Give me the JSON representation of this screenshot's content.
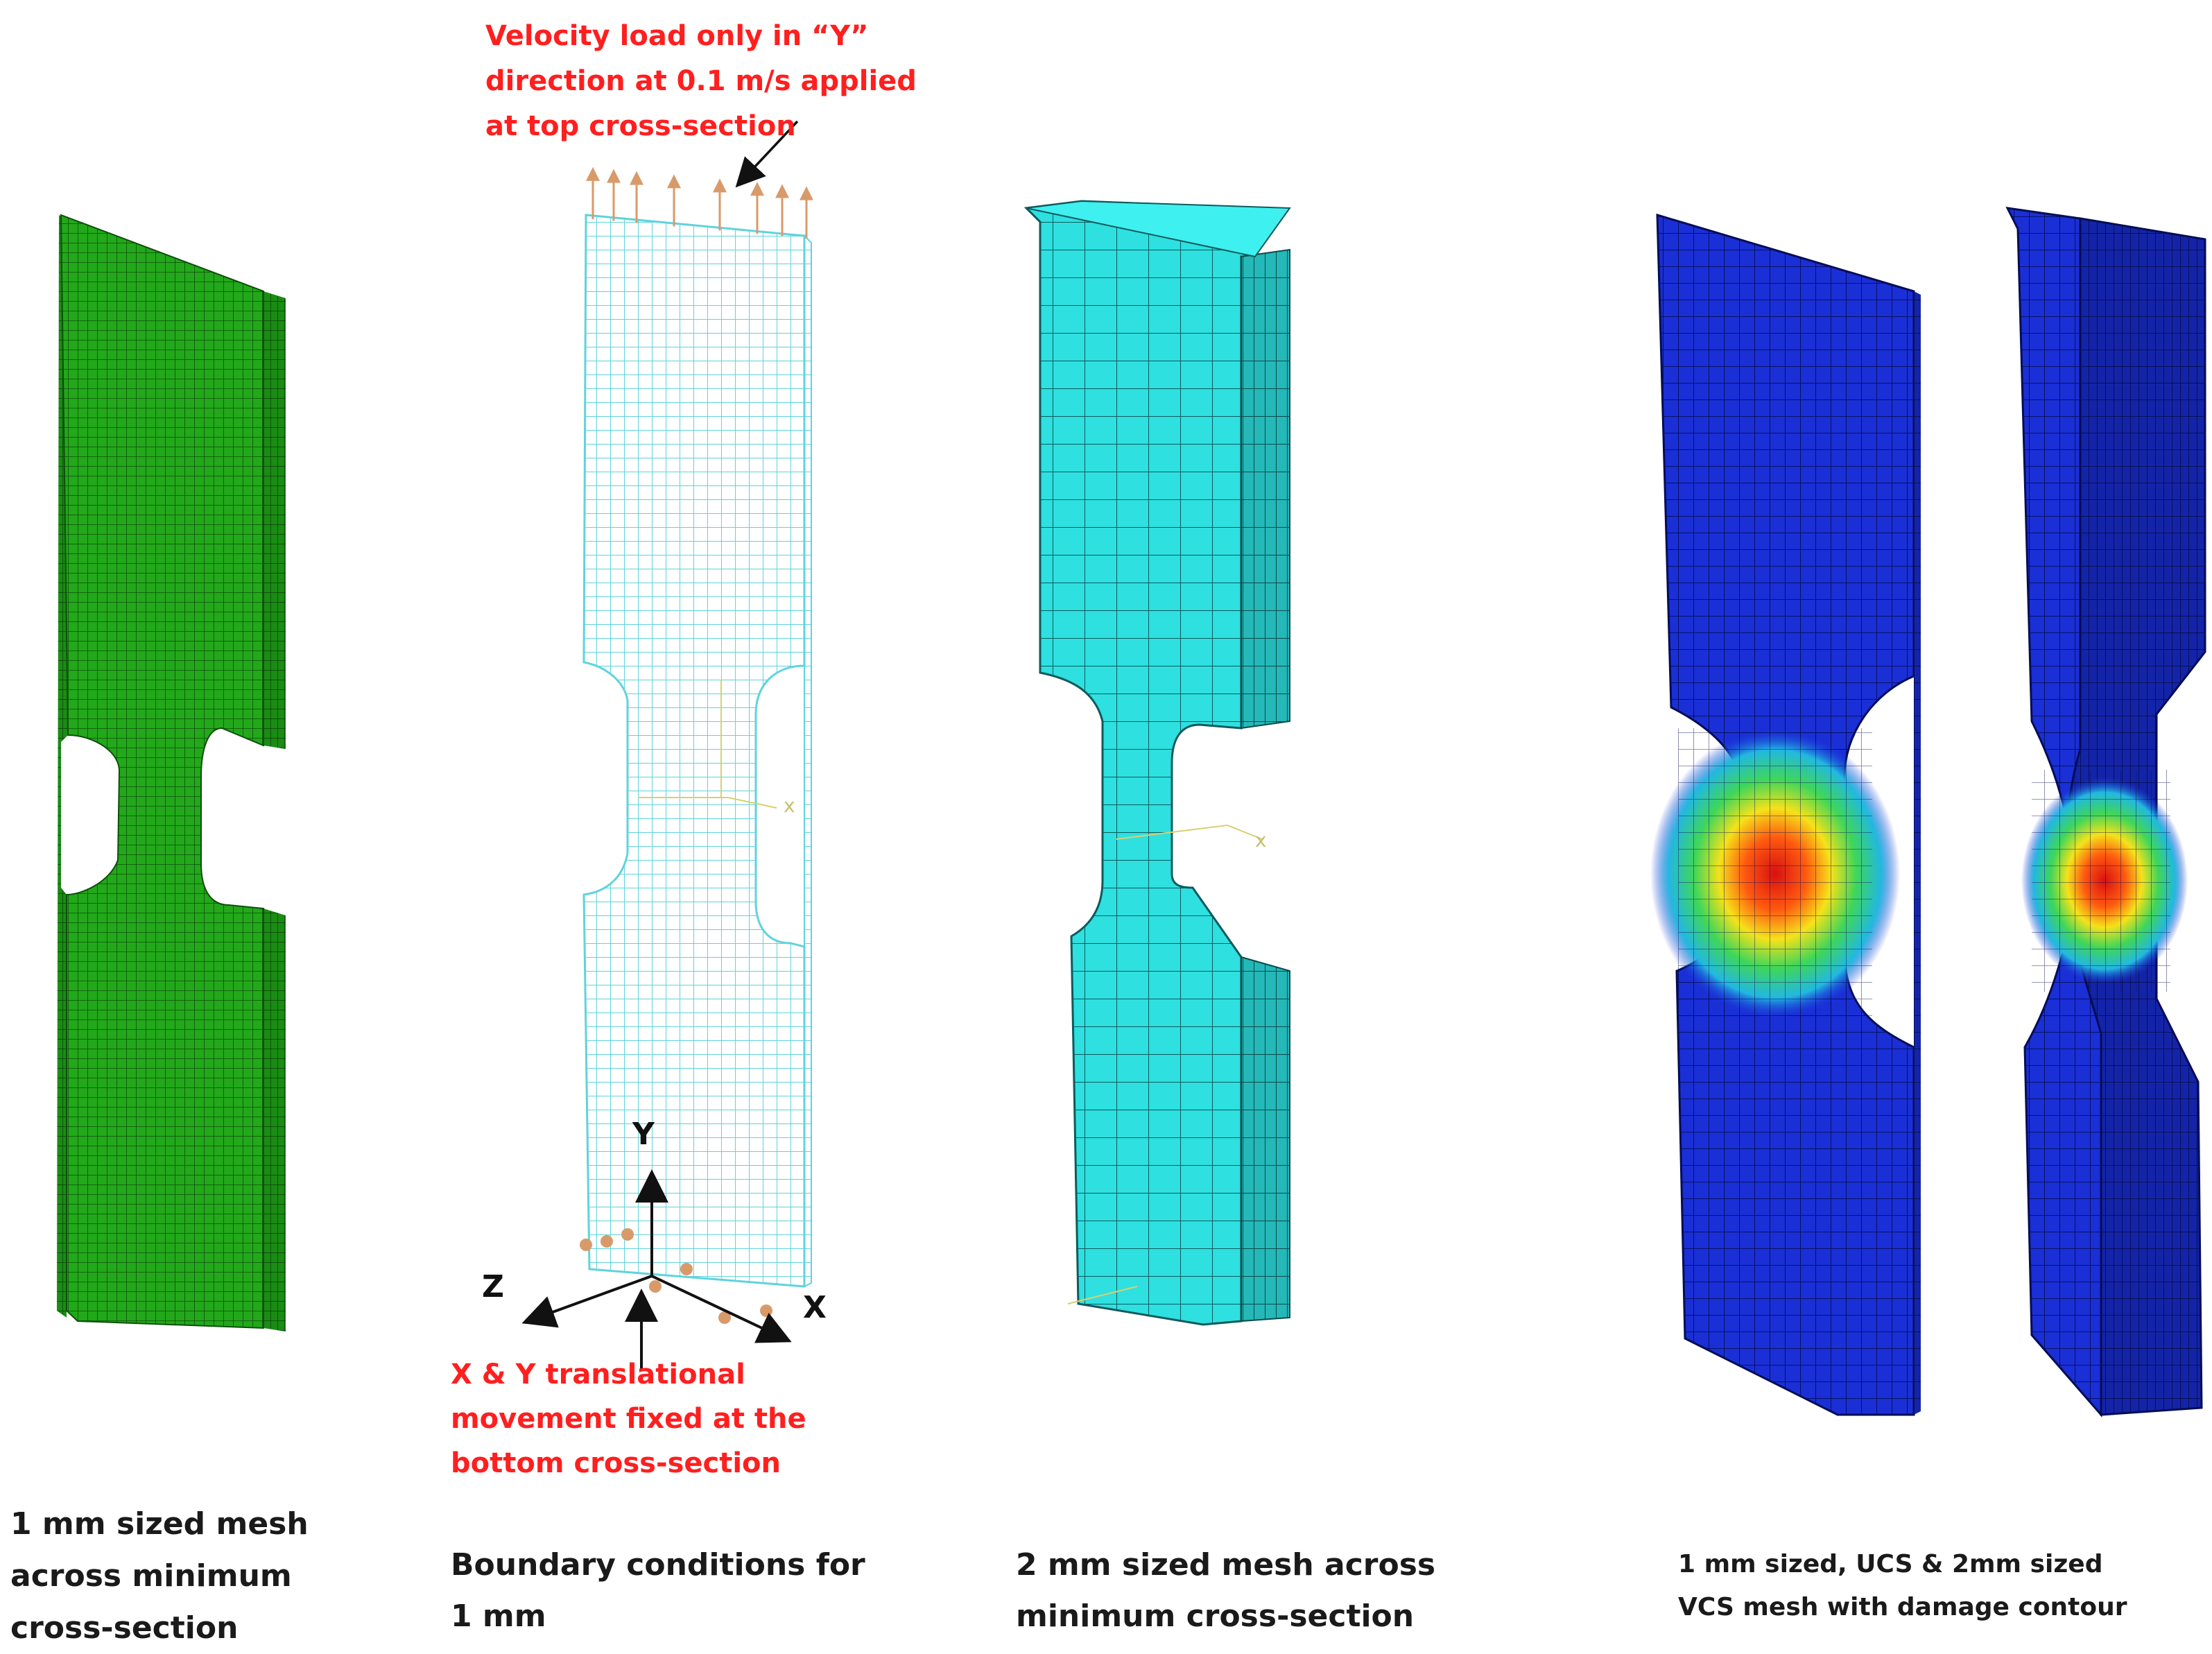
{
  "colors": {
    "green_mesh": "#22a81a",
    "cyan_wire": "#5fd3dc",
    "cyan_solid": "#2ee0e0",
    "blue_contour": "#1a2fd6",
    "annotation_red": "#ff1f1f",
    "arrow_copper": "#d99a6a"
  },
  "annotations": {
    "top_load": [
      "Velocity load only in “Y”",
      "direction at 0.1 m/s applied",
      "at top cross-section"
    ],
    "bottom_fixed": [
      "X & Y translational",
      "movement fixed at the",
      "bottom cross-section"
    ]
  },
  "axes_labels": {
    "y": "Y",
    "x": "X",
    "z": "Z",
    "model_x": "x"
  },
  "captions": {
    "fig1": [
      "1 mm sized mesh",
      "across minimum",
      "cross-section"
    ],
    "fig2": [
      "Boundary conditions for",
      "1 mm"
    ],
    "fig3": [
      "2 mm sized mesh across",
      "minimum cross-section"
    ],
    "fig4": [
      "1 mm sized, UCS & 2mm sized",
      "VCS mesh  with damage contour"
    ]
  }
}
